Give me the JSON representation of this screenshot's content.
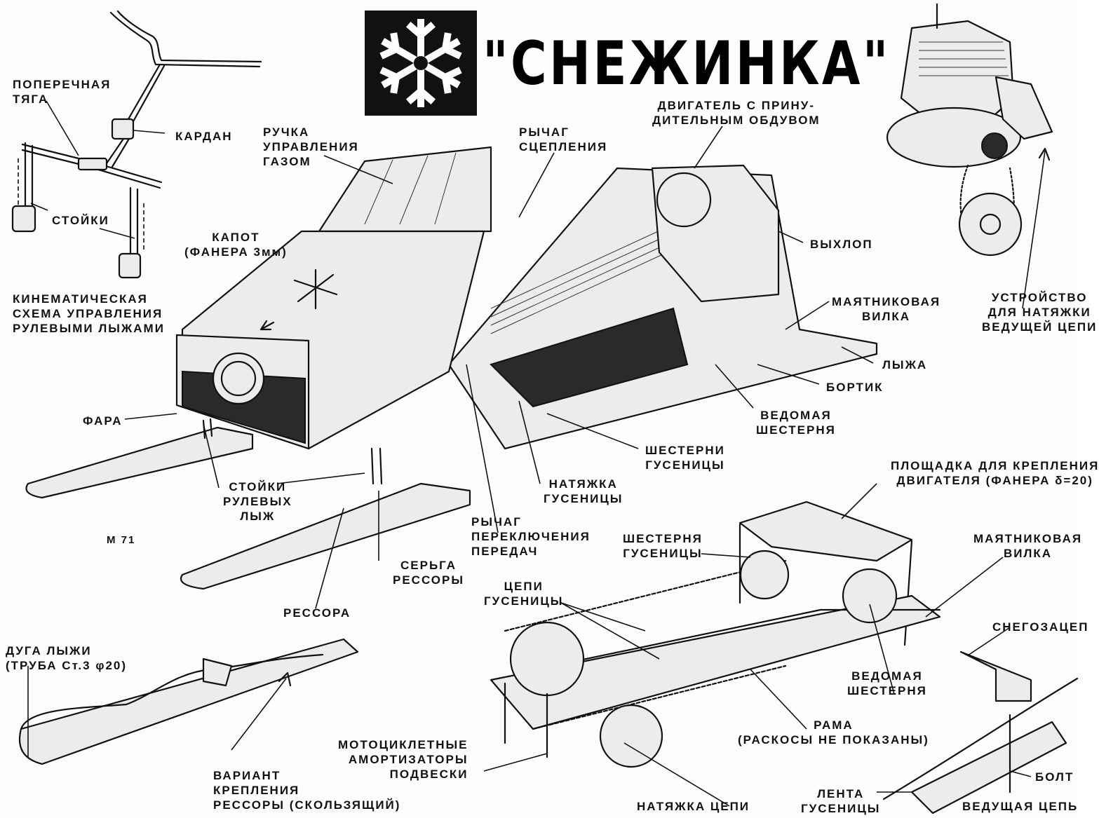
{
  "title": "\"СНЕЖИНКА\"",
  "emblem": "М 71",
  "labels": {
    "poperechnaya_tyaga": "ПОПЕРЕЧНАЯ\nТЯГА",
    "kardan": "КАРДАН",
    "stoiki": "СТОЙКИ",
    "kinematic_scheme": "КИНЕМАТИЧЕСКАЯ\nСХЕМА УПРАВЛЕНИЯ\nРУЛЕВЫМИ ЛЫЖАМИ",
    "ruchka_gaza": "РУЧКА\nУПРАВЛЕНИЯ\nГАЗОМ",
    "rychag_scepleniya": "РЫЧАГ\nСЦЕПЛЕНИЯ",
    "dvigatel": "ДВИГАТЕЛЬ С ПРИНУ-\nДИТЕЛЬНЫМ ОБДУВОМ",
    "ustroystvo": "УСТРОЙСТВО\nДЛЯ НАТЯЖКИ\nВЕДУЩЕЙ ЦЕПИ",
    "kapot": "КАПОТ\n(ФАНЕРА 3мм)",
    "vyhlop": "ВЫХЛОП",
    "mayatnik_top": "МАЯТНИКОВАЯ\nВИЛКА",
    "lyzha": "ЛЫЖА",
    "bortik": "БОРТИК",
    "vedomaya_top": "ВЕДОМАЯ\nШЕСТЕРНЯ",
    "shesterni_gus": "ШЕСТЕРНИ\nГУСЕНИЦЫ",
    "fara": "ФАРА",
    "stoiki_rul": "СТОЙКИ\nРУЛЕВЫХ\nЛЫЖ",
    "natyazhka_gus": "НАТЯЖКА\nГУСЕНИЦЫ",
    "rychag_perekl": "РЫЧАГ\nПЕРЕКЛЮЧЕНИЯ\nПЕРЕДАЧ",
    "serga": "СЕРЬГА\nРЕССОРЫ",
    "ploshadka": "ПЛОЩАДКА ДЛЯ КРЕПЛЕНИЯ\nДВИГАТЕЛЯ (ФАНЕРА δ=20)",
    "rессora": "РЕССОРА",
    "shesternya_gus": "ШЕСТЕРНЯ\nГУСЕНИЦЫ",
    "mayatnik_bottom": "МАЯТНИКОВАЯ\nВИЛКА",
    "cepi_gus": "ЦЕПИ\nГУСЕНИЦЫ",
    "duga": "ДУГА ЛЫЖИ\n(ТРУБА Ст.3 φ20)",
    "snegozacep": "СНЕГОЗАЦЕП",
    "vedomaya_bottom": "ВЕДОМАЯ\nШЕСТЕРНЯ",
    "rama": "РАМА\n(РАСКОСЫ НЕ ПОКАЗАНЫ)",
    "amort": "МОТОЦИКЛЕТНЫЕ\nАМОРТИЗАТОРЫ\nПОДВЕСКИ",
    "variant": "ВАРИАНТ\nКРЕПЛЕНИЯ\nРЕССОРЫ (СКОЛЬЗЯЩИЙ)",
    "natyazhka_cepi": "НАТЯЖКА ЦЕПИ",
    "lenta": "ЛЕНТА\nГУСЕНИЦЫ",
    "bolt": "БОЛТ",
    "vedushaya_cep": "ВЕДУЩАЯ ЦЕПЬ"
  }
}
